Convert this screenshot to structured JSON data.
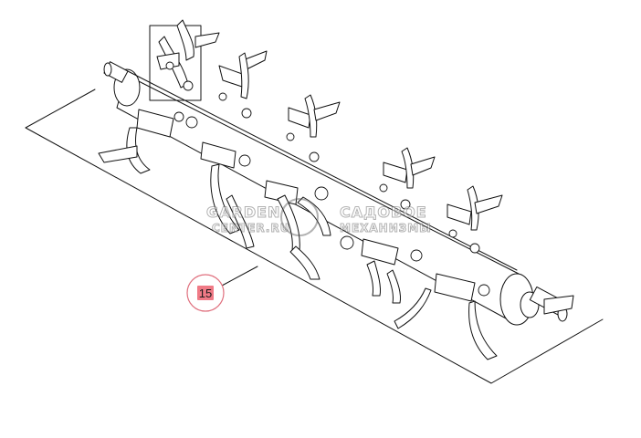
{
  "callout": {
    "label": "15",
    "badge_color": "#f07a86",
    "circle_color": "#e0707e"
  },
  "watermark": {
    "left_line1": "GARDEN",
    "left_line2": "CENTER.RU",
    "right_line1": "САДОВОЕ",
    "right_line2": "МЕХАНИЗМЫ"
  }
}
